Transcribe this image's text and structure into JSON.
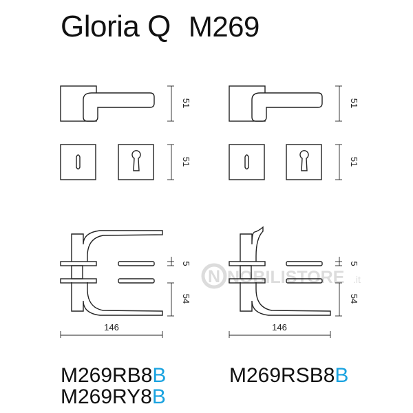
{
  "title": {
    "name": "Gloria Q",
    "model": "M269"
  },
  "dimensions": {
    "rose_height": "51",
    "escutcheon_height": "51",
    "rose_thickness": "5",
    "lever_height": "54",
    "lever_length": "146"
  },
  "watermark": {
    "brand": "NOBILISTORE",
    "domain": ".it",
    "logo_letter": "N"
  },
  "codes": {
    "left": [
      {
        "base": "M269RB8",
        "suffix": "B"
      },
      {
        "base": "M269RY8",
        "suffix": "B"
      }
    ],
    "right": [
      {
        "base": "M269RSB8",
        "suffix": "B"
      }
    ]
  },
  "colors": {
    "suffix_accent": "#1aa3e0",
    "line": "#222222",
    "watermark": "#d9d9d9"
  }
}
